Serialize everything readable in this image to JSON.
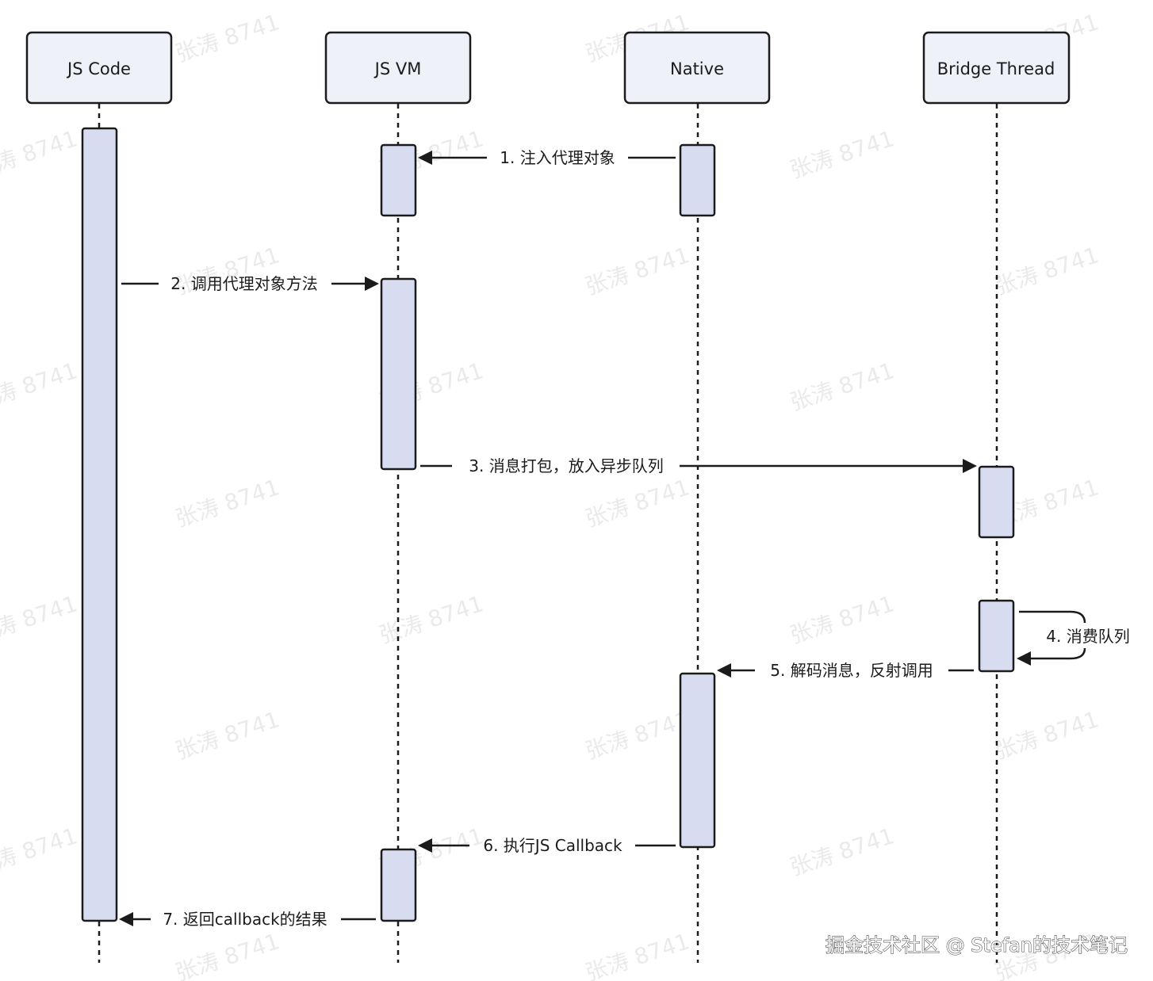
{
  "participants": [
    {
      "label": "JS Code"
    },
    {
      "label": "JS VM"
    },
    {
      "label": "Native"
    },
    {
      "label": "Bridge Thread"
    }
  ],
  "messages": [
    {
      "label": "1. 注入代理对象"
    },
    {
      "label": "2. 调用代理对象方法"
    },
    {
      "label": "3. 消息打包，放入异步队列"
    },
    {
      "label": "4. 消费队列"
    },
    {
      "label": "5. 解码消息，反射调用"
    },
    {
      "label": "6. 执行JS Callback"
    },
    {
      "label": "7. 返回callback的结果"
    }
  ],
  "watermark": {
    "text": "张涛 8741"
  },
  "footer": {
    "text": "掘金技术社区 @ Stefan的技术笔记"
  },
  "colors": {
    "activation_fill": "#d7dcf0",
    "participant_fill": "#eef1f8",
    "stroke": "#1b1b1b"
  }
}
